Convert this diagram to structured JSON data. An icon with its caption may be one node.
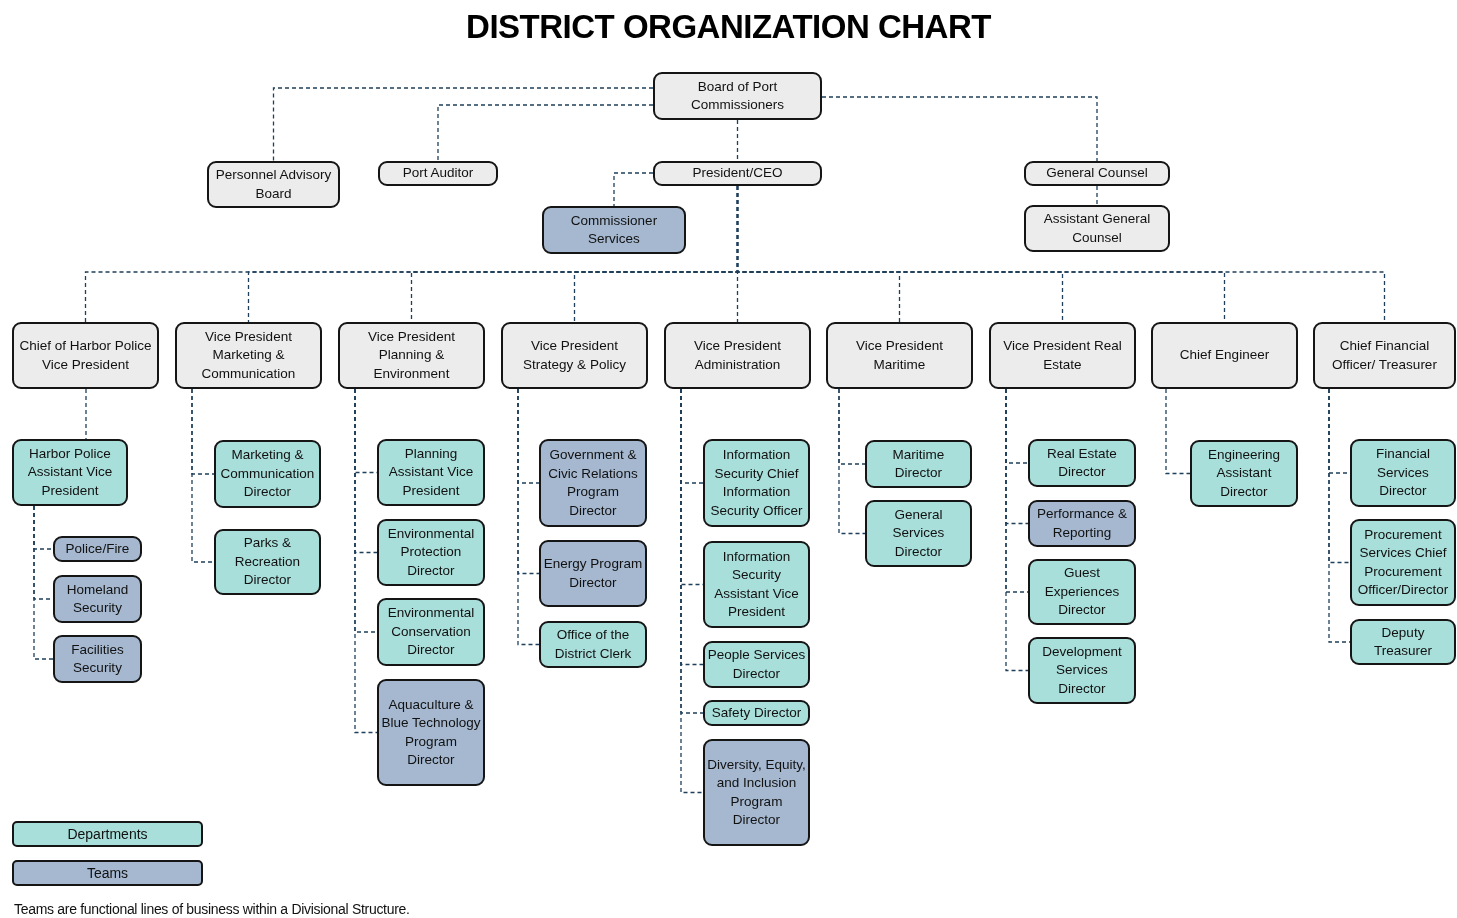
{
  "diagram": {
    "title": "DISTRICT ORGANIZATION CHART",
    "nodes": [
      {
        "text": [
          "Board of Port Commissioners"
        ]
      },
      {
        "text": [
          "Personnel Advisory Board"
        ]
      },
      {
        "text": [
          "Port Auditor"
        ]
      },
      {
        "text": [
          "President/CEO"
        ]
      },
      {
        "text": [
          "Commissioner Services"
        ]
      },
      {
        "text": [
          "General Counsel"
        ]
      },
      {
        "text": [
          "Assistant General Counsel"
        ]
      },
      {
        "text": [
          "Chief of Harbor Police Vice President"
        ]
      },
      {
        "text": [
          "Vice President Marketing & Communication"
        ]
      },
      {
        "text": [
          "Vice President Planning & Environment"
        ]
      },
      {
        "text": [
          "Vice President Strategy & Policy"
        ]
      },
      {
        "text": [
          "Vice President Administration"
        ]
      },
      {
        "text": [
          "Vice President Maritime"
        ]
      },
      {
        "text": [
          "Vice President Real Estate"
        ]
      },
      {
        "text": [
          "Chief Engineer"
        ]
      },
      {
        "text": [
          "Chief Financial Officer/ Treasurer"
        ]
      },
      {
        "text": [
          "Harbor Police Assistant Vice President"
        ]
      },
      {
        "text": [
          "Police/Fire"
        ]
      },
      {
        "text": [
          "Homeland Security"
        ]
      },
      {
        "text": [
          "Facilities Security"
        ]
      },
      {
        "text": [
          "Marketing & Communication Director"
        ]
      },
      {
        "text": [
          "Parks & Recreation Director"
        ]
      },
      {
        "text": [
          "Planning Assistant Vice President"
        ]
      },
      {
        "text": [
          "Environmental Protection Director"
        ]
      },
      {
        "text": [
          "Environmental Conservation Director"
        ]
      },
      {
        "text": [
          "Aquaculture & Blue Technology Program Director"
        ]
      },
      {
        "text": [
          "Government & Civic Relations Program Director"
        ]
      },
      {
        "text": [
          "Energy Program Director"
        ]
      },
      {
        "text": [
          "Office of the District Clerk"
        ]
      },
      {
        "text": [
          "Information Security Chief Information Security Officer"
        ]
      },
      {
        "text": [
          "Information Security Assistant Vice President"
        ]
      },
      {
        "text": [
          "People Services Director"
        ]
      },
      {
        "text": [
          "Safety Director"
        ]
      },
      {
        "text": [
          "Diversity, Equity, and Inclusion Program Director"
        ]
      },
      {
        "text": [
          "Maritime Director"
        ]
      },
      {
        "text": [
          "General Services Director"
        ]
      },
      {
        "text": [
          "Real Estate Director"
        ]
      },
      {
        "text": [
          "Performance & Reporting"
        ]
      },
      {
        "text": [
          "Guest Experiences Director"
        ]
      },
      {
        "text": [
          "Development Services Director"
        ]
      },
      {
        "text": [
          "Engineering Assistant Director"
        ]
      },
      {
        "text": [
          "Financial Services Director"
        ]
      },
      {
        "text": [
          "Procurement Services Chief Procurement Officer/Director"
        ]
      },
      {
        "text": [
          "Deputy Treasurer"
        ]
      }
    ],
    "edges": [
      {
        "from": 0,
        "to": 1,
        "arrow": "none",
        "style": "dashed"
      },
      {
        "from": 0,
        "to": 2,
        "arrow": "none",
        "style": "dashed"
      },
      {
        "from": 0,
        "to": 3,
        "arrow": "none",
        "style": "dashed"
      },
      {
        "from": 0,
        "to": 5,
        "arrow": "none",
        "style": "dashed"
      },
      {
        "from": 5,
        "to": 6,
        "arrow": "none",
        "style": "dashed"
      },
      {
        "from": 3,
        "to": 4,
        "arrow": "none",
        "style": "dashed"
      },
      {
        "from": 3,
        "to": 7,
        "arrow": "none",
        "style": "dashed"
      },
      {
        "from": 3,
        "to": 8,
        "arrow": "none",
        "style": "dashed"
      },
      {
        "from": 3,
        "to": 9,
        "arrow": "none",
        "style": "dashed"
      },
      {
        "from": 3,
        "to": 10,
        "arrow": "none",
        "style": "dashed"
      },
      {
        "from": 3,
        "to": 11,
        "arrow": "none",
        "style": "dashed"
      },
      {
        "from": 3,
        "to": 12,
        "arrow": "none",
        "style": "dashed"
      },
      {
        "from": 3,
        "to": 13,
        "arrow": "none",
        "style": "dashed"
      },
      {
        "from": 3,
        "to": 14,
        "arrow": "none",
        "style": "dashed"
      },
      {
        "from": 3,
        "to": 15,
        "arrow": "none",
        "style": "dashed"
      },
      {
        "from": 7,
        "to": 16,
        "arrow": "none",
        "style": "dashed"
      },
      {
        "from": 16,
        "to": 17,
        "arrow": "none",
        "style": "dashed"
      },
      {
        "from": 16,
        "to": 18,
        "arrow": "none",
        "style": "dashed"
      },
      {
        "from": 16,
        "to": 19,
        "arrow": "none",
        "style": "dashed"
      },
      {
        "from": 8,
        "to": 20,
        "arrow": "none",
        "style": "dashed"
      },
      {
        "from": 8,
        "to": 21,
        "arrow": "none",
        "style": "dashed"
      },
      {
        "from": 9,
        "to": 22,
        "arrow": "none",
        "style": "dashed"
      },
      {
        "from": 9,
        "to": 23,
        "arrow": "none",
        "style": "dashed"
      },
      {
        "from": 9,
        "to": 24,
        "arrow": "none",
        "style": "dashed"
      },
      {
        "from": 9,
        "to": 25,
        "arrow": "none",
        "style": "dashed"
      },
      {
        "from": 10,
        "to": 26,
        "arrow": "none",
        "style": "dashed"
      },
      {
        "from": 10,
        "to": 27,
        "arrow": "none",
        "style": "dashed"
      },
      {
        "from": 10,
        "to": 28,
        "arrow": "none",
        "style": "dashed"
      },
      {
        "from": 11,
        "to": 29,
        "arrow": "none",
        "style": "dashed"
      },
      {
        "from": 11,
        "to": 30,
        "arrow": "none",
        "style": "dashed"
      },
      {
        "from": 11,
        "to": 31,
        "arrow": "none",
        "style": "dashed"
      },
      {
        "from": 11,
        "to": 32,
        "arrow": "none",
        "style": "dashed"
      },
      {
        "from": 11,
        "to": 33,
        "arrow": "none",
        "style": "dashed"
      },
      {
        "from": 12,
        "to": 34,
        "arrow": "none",
        "style": "dashed"
      },
      {
        "from": 12,
        "to": 35,
        "arrow": "none",
        "style": "dashed"
      },
      {
        "from": 13,
        "to": 36,
        "arrow": "none",
        "style": "dashed"
      },
      {
        "from": 13,
        "to": 37,
        "arrow": "none",
        "style": "dashed"
      },
      {
        "from": 13,
        "to": 38,
        "arrow": "none",
        "style": "dashed"
      },
      {
        "from": 13,
        "to": 39,
        "arrow": "none",
        "style": "dashed"
      },
      {
        "from": 14,
        "to": 40,
        "arrow": "none",
        "style": "dashed"
      },
      {
        "from": 15,
        "to": 41,
        "arrow": "none",
        "style": "dashed"
      },
      {
        "from": 15,
        "to": 42,
        "arrow": "none",
        "style": "dashed"
      },
      {
        "from": 15,
        "to": 43,
        "arrow": "none",
        "style": "dashed"
      }
    ],
    "labels": [
      "Teams are functional lines of business within a Divisional Structure."
    ],
    "legend": [
      {
        "text": "Departments",
        "color": "#a8dfda"
      },
      {
        "text": "Teams",
        "color": "#a5b8d0"
      }
    ]
  }
}
